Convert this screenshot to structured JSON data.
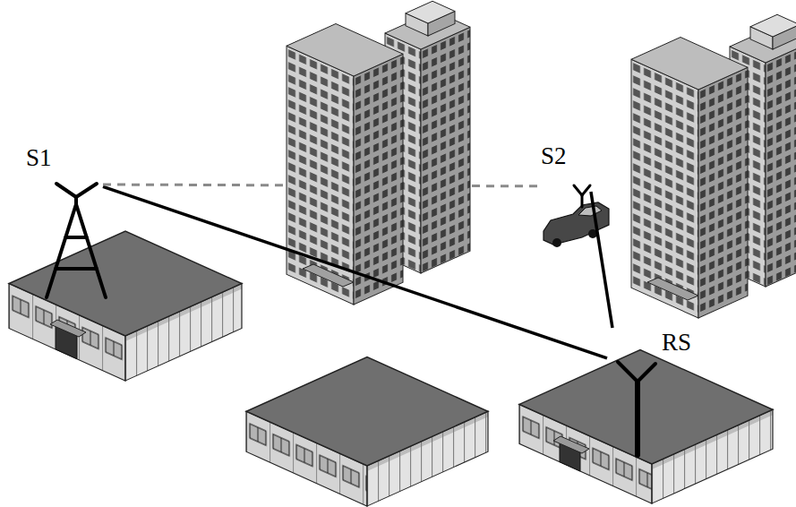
{
  "diagram": {
    "nodes": [
      {
        "text": [
          "S1"
        ]
      },
      {
        "text": [
          "S2"
        ]
      },
      {
        "text": [
          "RS"
        ]
      }
    ],
    "edges": [
      {
        "from": 0,
        "to": 2,
        "arrow": "none"
      },
      {
        "from": 1,
        "to": 2,
        "arrow": "none"
      },
      {
        "from": 0,
        "to": 1,
        "arrow": "none"
      }
    ]
  }
}
